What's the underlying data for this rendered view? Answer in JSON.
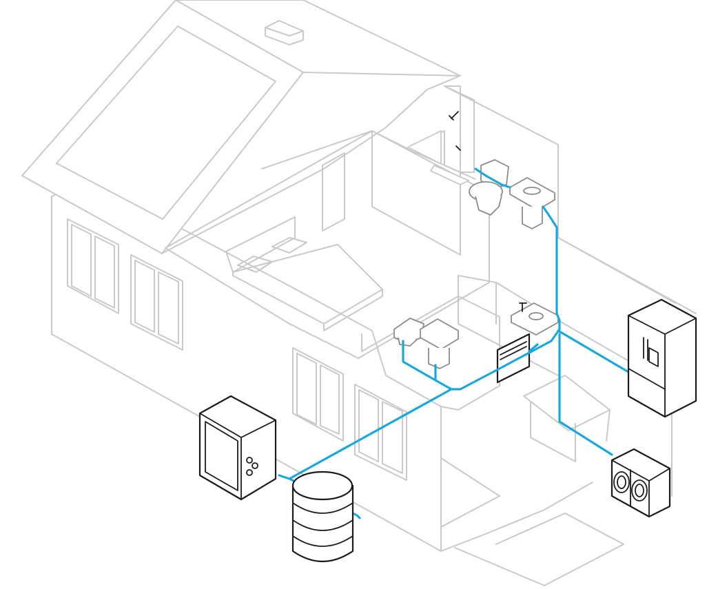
{
  "colors": {
    "pipe": "#1aa7dc",
    "house_outline": "#c9c9c9",
    "appliance_outline": "#1a1a1a",
    "background": "#ffffff"
  },
  "diagram": {
    "type": "isometric-cutaway-plumbing",
    "components": [
      {
        "id": "house",
        "icon": "house-cutaway-icon"
      },
      {
        "id": "water-heater",
        "icon": "water-heater-icon"
      },
      {
        "id": "water-tank",
        "icon": "stacked-tank-icon"
      },
      {
        "id": "refrigerator",
        "icon": "french-door-fridge-icon"
      },
      {
        "id": "washer-dryer",
        "icon": "washer-dryer-icon"
      },
      {
        "id": "dishwasher",
        "icon": "dishwasher-icon"
      },
      {
        "id": "kitchen-sink",
        "icon": "sink-icon"
      },
      {
        "id": "upstairs-toilet",
        "icon": "toilet-icon"
      },
      {
        "id": "upstairs-sink",
        "icon": "pedestal-sink-icon"
      },
      {
        "id": "shower",
        "icon": "shower-icon"
      },
      {
        "id": "downstairs-toilet",
        "icon": "toilet-icon"
      },
      {
        "id": "downstairs-sink",
        "icon": "pedestal-sink-icon"
      }
    ]
  }
}
